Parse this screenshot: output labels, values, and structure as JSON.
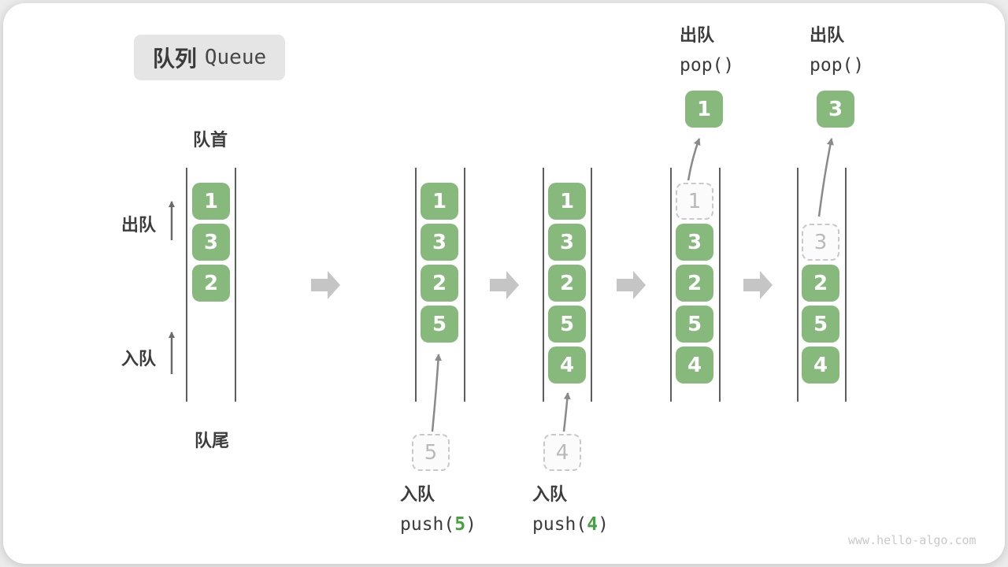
{
  "title": {
    "zh": "队列",
    "en": "Queue"
  },
  "labels": {
    "front": "队首",
    "rear": "队尾",
    "dequeue": "出队",
    "enqueue": "入队"
  },
  "columns": [
    {
      "cells": [
        {
          "value": "1",
          "state": "filled"
        },
        {
          "value": "3",
          "state": "filled"
        },
        {
          "value": "2",
          "state": "filled"
        }
      ]
    },
    {
      "cells": [
        {
          "value": "1",
          "state": "filled"
        },
        {
          "value": "3",
          "state": "filled"
        },
        {
          "value": "2",
          "state": "filled"
        },
        {
          "value": "5",
          "state": "filled"
        }
      ]
    },
    {
      "cells": [
        {
          "value": "1",
          "state": "filled"
        },
        {
          "value": "3",
          "state": "filled"
        },
        {
          "value": "2",
          "state": "filled"
        },
        {
          "value": "5",
          "state": "filled"
        },
        {
          "value": "4",
          "state": "filled"
        }
      ]
    },
    {
      "cells": [
        {
          "value": "1",
          "state": "popped"
        },
        {
          "value": "3",
          "state": "filled"
        },
        {
          "value": "2",
          "state": "filled"
        },
        {
          "value": "5",
          "state": "filled"
        },
        {
          "value": "4",
          "state": "filled"
        }
      ]
    },
    {
      "cells": [
        {
          "value": "3",
          "state": "popped"
        },
        {
          "value": "2",
          "state": "filled"
        },
        {
          "value": "5",
          "state": "filled"
        },
        {
          "value": "4",
          "state": "filled"
        }
      ]
    }
  ],
  "operations": {
    "push5": {
      "label": "入队",
      "fn": "push(",
      "arg": "5",
      "close": ")",
      "staged_value": "5"
    },
    "push4": {
      "label": "入队",
      "fn": "push(",
      "arg": "4",
      "close": ")",
      "staged_value": "4"
    },
    "pop1": {
      "label": "出队",
      "code": "pop()",
      "result_value": "1"
    },
    "pop3": {
      "label": "出队",
      "code": "pop()",
      "result_value": "3"
    }
  },
  "watermark": "www.hello-algo.com",
  "colors": {
    "cell_green": "#87b97d",
    "code_arg_green": "#46a13f",
    "block_arrow_gray": "#c5c5c5",
    "thin_arrow_gray": "#8a8a8a",
    "dark_text": "#3c3c3c"
  }
}
